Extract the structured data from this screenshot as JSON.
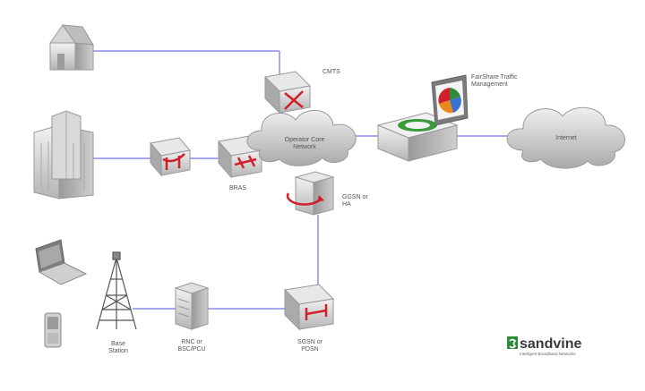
{
  "nodes": {
    "cmts": "CMTS",
    "operator_core_network": "Operator Core\nNetwork",
    "bras": "BRAS",
    "ggsn_ha": "GGSN or\nHA",
    "fairshare": "FairShare Traffic\nManagement",
    "internet": "Internet",
    "base_station": "Base\nStation",
    "rnc_bsc": "RNC or\nBSC/PCU",
    "sgsn_pdsn": "SGSN or\nPDSN"
  },
  "logo": {
    "name": "sandvine",
    "tagline": "Intelligent Broadband Networks"
  },
  "colors": {
    "link": "#8a8ce8",
    "router_red": "#d0212a",
    "device_grey": "#c8c8c8",
    "logo_green": "#2e8b3a",
    "pts_green": "#3a9b3a"
  }
}
